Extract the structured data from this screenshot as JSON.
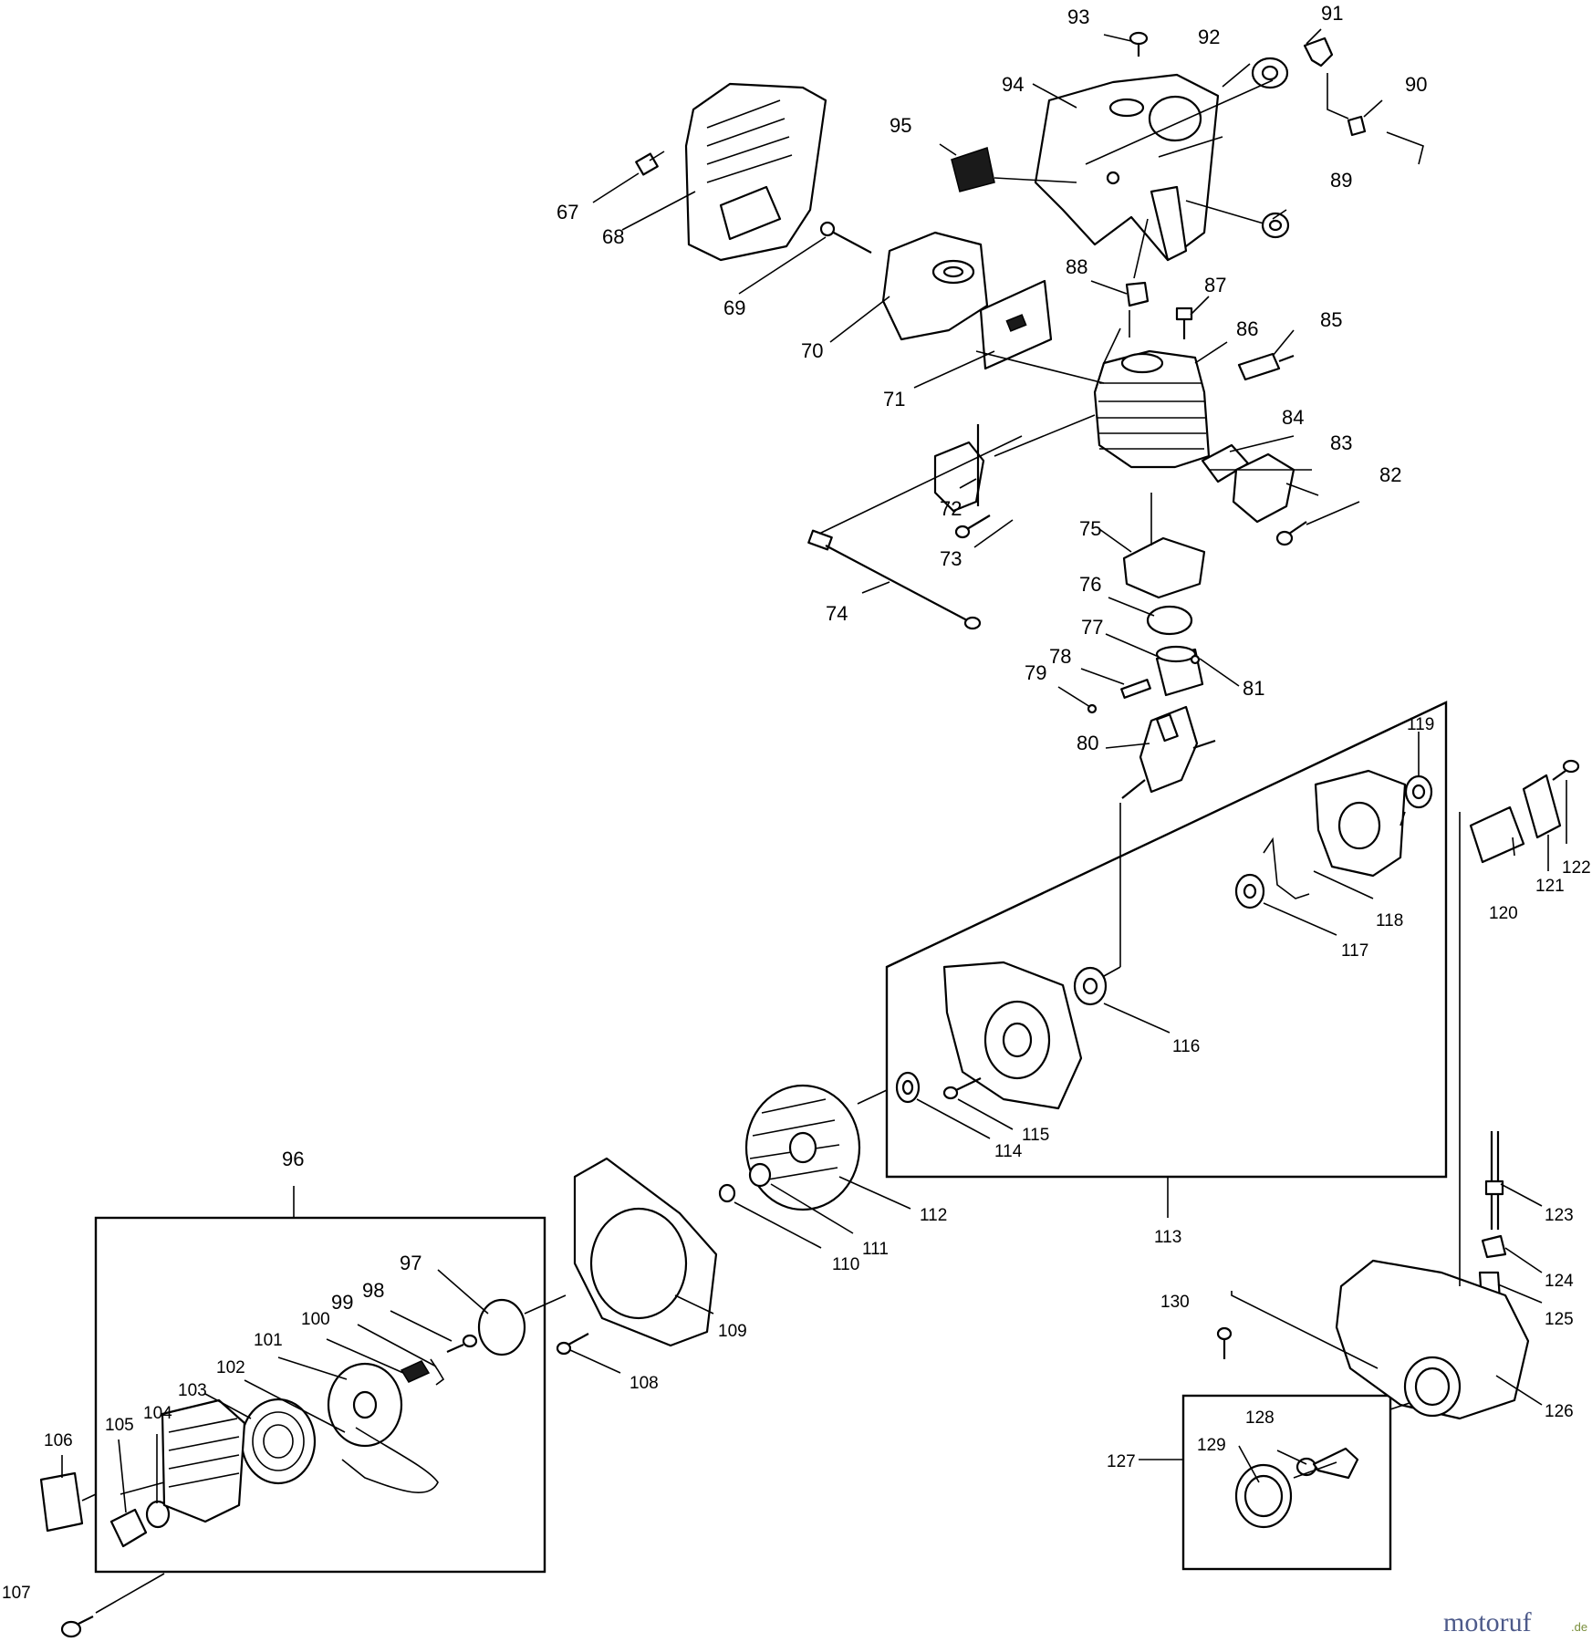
{
  "watermark": {
    "brand": "motoruf",
    "tld": ".de",
    "color_main": "#4d5a8a",
    "color_accent": "#7a8f3c"
  },
  "labels": {
    "c67": "67",
    "c68": "68",
    "c69": "69",
    "c70": "70",
    "c71": "71",
    "c72": "72",
    "c73": "73",
    "c74": "74",
    "c75": "75",
    "c76": "76",
    "c77": "77",
    "c78": "78",
    "c79": "79",
    "c80": "80",
    "c81": "81",
    "c82": "82",
    "c83": "83",
    "c84": "84",
    "c85": "85",
    "c86": "86",
    "c87": "87",
    "c88": "88",
    "c89": "89",
    "c90": "90",
    "c91": "91",
    "c92": "92",
    "c93": "93",
    "c94": "94",
    "c95": "95",
    "c96": "96",
    "c97": "97",
    "c98": "98",
    "c99": "99",
    "c100": "100",
    "c101": "101",
    "c102": "102",
    "c103": "103",
    "c104": "104",
    "c105": "105",
    "c106": "106",
    "c107": "107",
    "c108": "108",
    "c109": "109",
    "c110": "110",
    "c111": "111",
    "c112": "112",
    "c113": "113",
    "c114": "114",
    "c115": "115",
    "c116": "116",
    "c117": "117",
    "c118": "118",
    "c119": "119",
    "c120": "120",
    "c121": "121",
    "c122": "122",
    "c123": "123",
    "c124": "124",
    "c125": "125",
    "c126": "126",
    "c127": "127",
    "c128": "128",
    "c129": "129",
    "c130": "130"
  }
}
